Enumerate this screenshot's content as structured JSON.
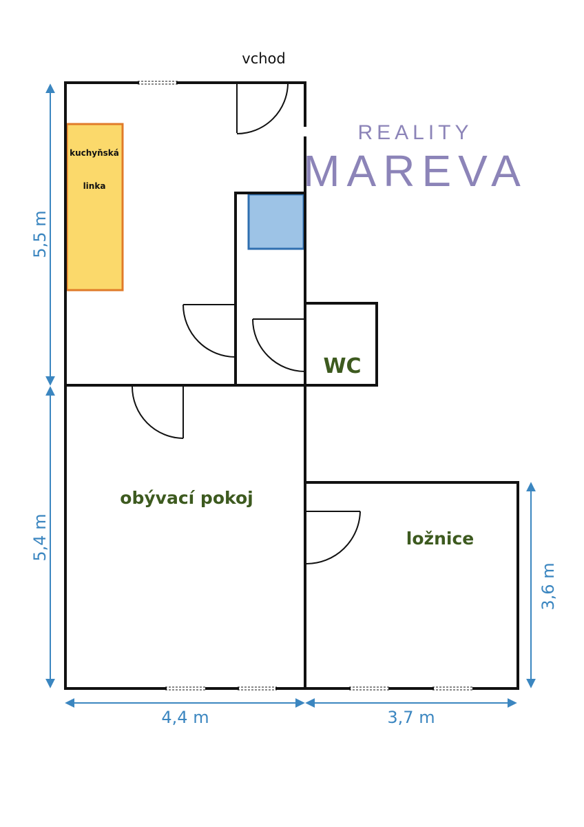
{
  "entrance_label": "vchod",
  "rooms": {
    "kitchen_unit": "kuchyňská",
    "kitchen_unit_line2": "linka",
    "wc": "WC",
    "living_room": "obývací pokoj",
    "bedroom": "ložnice"
  },
  "dimensions": {
    "top_height": "5,5 m",
    "bottom_height": "5,4 m",
    "bedroom_height": "3,6 m",
    "width_left": "4,4 m",
    "width_right": "3,7 m"
  },
  "logo": {
    "line1": "REALITY",
    "line2": "MAREVA"
  },
  "colors": {
    "kitchen_fill": "#fbd96b",
    "kitchen_border": "#e07b2a",
    "shower_fill": "#9dc3e6",
    "shower_border": "#2f6fb0",
    "room_label": "#3d5a1f",
    "dimension": "#3b86c0",
    "logo": "#8c84b8"
  }
}
